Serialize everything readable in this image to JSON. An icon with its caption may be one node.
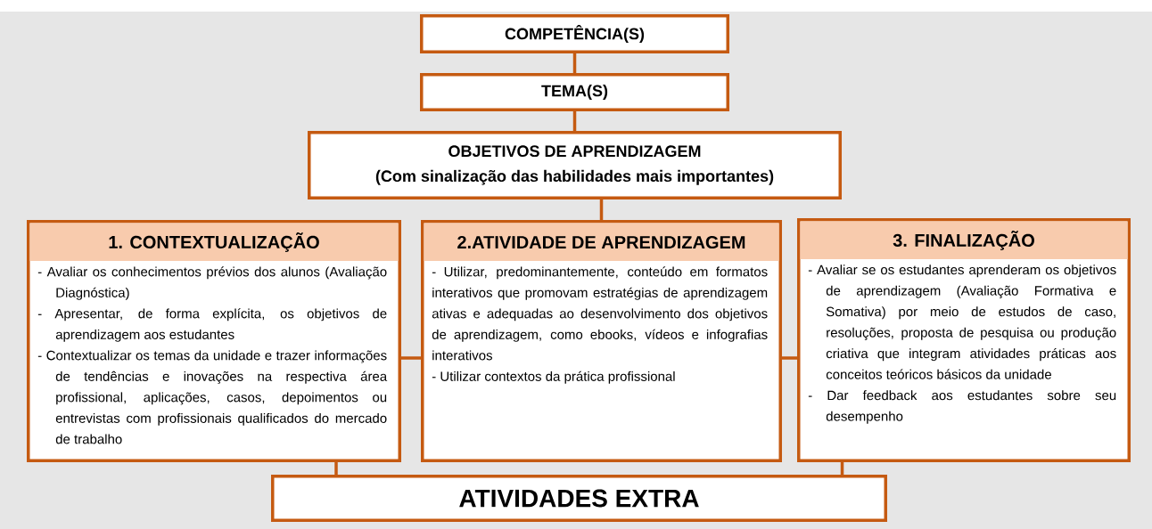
{
  "diagram": {
    "nodes": [
      {
        "text": [
          "COMPETÊNCIA(S)"
        ]
      },
      {
        "text": [
          "TEMA(S)"
        ]
      },
      {
        "text": [
          "OBJETIVOS DE APRENDIZAGEM",
          "(Com sinalização das habilidades mais importantes)"
        ]
      },
      {
        "text": [
          "1. CONTEXTUALIZAÇÃO",
          "- Avaliar os conhecimentos prévios dos alunos (Avaliação Diagnóstica)",
          "- Apresentar, de forma explícita, os objetivos de aprendizagem aos estudantes",
          "- Contextualizar os temas da unidade e trazer informações de tendências e inovações na respectiva área profissional, aplicações, casos, depoimentos ou entrevistas com profissionais qualificados do mercado de trabalho"
        ]
      },
      {
        "text": [
          "2.ATIVIDADE DE APRENDIZAGEM",
          "- Utilizar, predominantemente, conteúdo em formatos interativos que promovam estratégias de aprendizagem ativas e adequadas ao desenvolvimento dos objetivos de aprendizagem, como ebooks, vídeos e infografias interativos",
          "- Utilizar contextos da prática profissional"
        ]
      },
      {
        "text": [
          "3. FINALIZAÇÃO",
          "- Avaliar se os estudantes aprenderam os objetivos de aprendizagem (Avaliação Formativa e Somativa) por meio de estudos de caso, resoluções, proposta de pesquisa ou produção criativa que integram atividades práticas aos conceitos teóricos básicos da unidade",
          "- Dar feedback aos estudantes sobre seu desempenho"
        ]
      },
      {
        "text": [
          "ATIVIDADES EXTRA"
        ]
      }
    ],
    "edges": [
      {
        "from": 0,
        "to": 1,
        "arrow": "none"
      },
      {
        "from": 1,
        "to": 2,
        "arrow": "none"
      },
      {
        "from": 2,
        "to": 4,
        "arrow": "none"
      },
      {
        "from": 3,
        "to": 4,
        "arrow": "none"
      },
      {
        "from": 4,
        "to": 5,
        "arrow": "none"
      },
      {
        "from": 3,
        "to": 6,
        "arrow": "none"
      },
      {
        "from": 5,
        "to": 6,
        "arrow": "none"
      }
    ]
  }
}
